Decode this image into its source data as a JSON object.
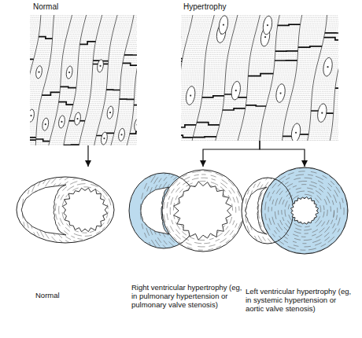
{
  "diagram": {
    "nodes": [
      {
        "text": [
          "Normal"
        ]
      },
      {
        "text": [
          "Hypertrophy"
        ]
      },
      {
        "text": [
          "Normal"
        ]
      },
      {
        "text": [
          "Right ventricular hypertrophy (eg, in pulmonary hypertension or pulmonary valve stenosis)"
        ]
      },
      {
        "text": [
          "Left ventricular hypertrophy (eg, in systemic hypertension or aortic valve stenosis)"
        ]
      }
    ],
    "edges": [
      {
        "from": 0,
        "to": 2,
        "arrow": "to"
      },
      {
        "from": 1,
        "to": 3,
        "arrow": "to"
      },
      {
        "from": 1,
        "to": 4,
        "arrow": "to"
      }
    ]
  }
}
